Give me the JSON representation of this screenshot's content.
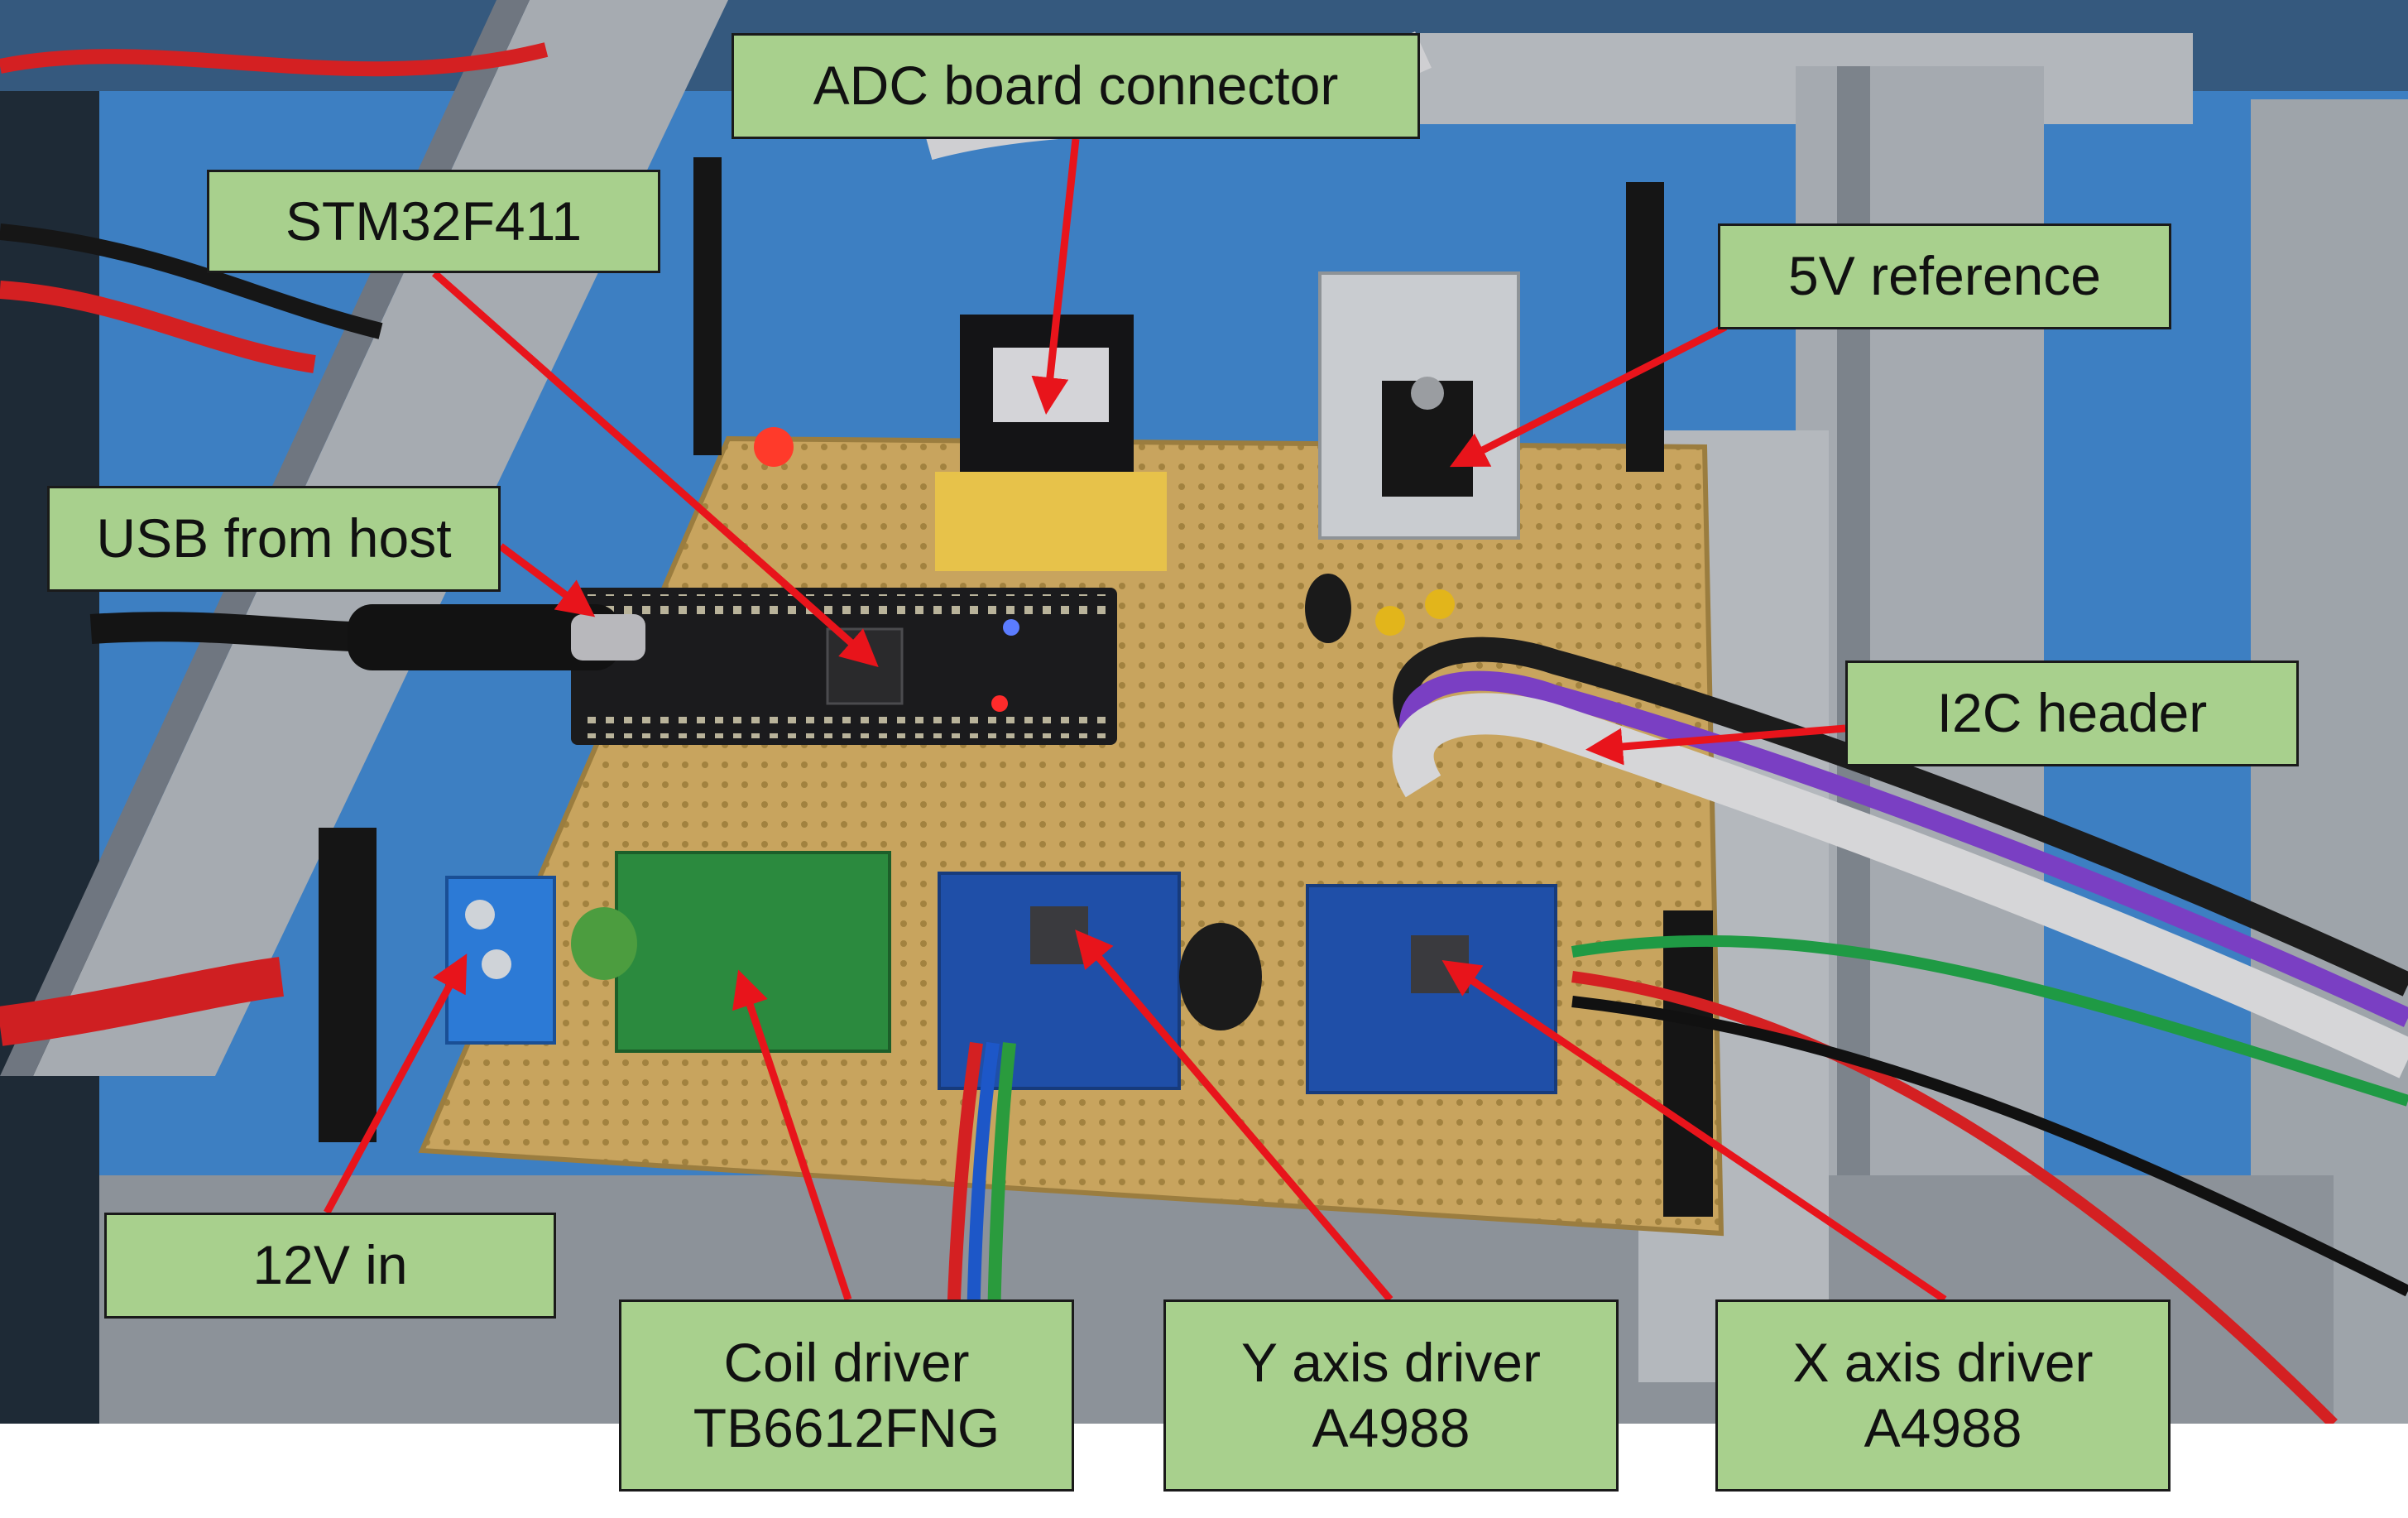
{
  "labels": {
    "adc_connector": "ADC board connector",
    "stm32": "STM32F411",
    "vref": "5V reference",
    "usb": "USB from host",
    "i2c": "I2C header",
    "twelve_v": "12V in",
    "coil_driver_line1": "Coil driver",
    "coil_driver_line2": "TB6612FNG",
    "y_driver_line1": "Y axis driver",
    "y_driver_line2": "A4988",
    "x_driver_line1": "X axis driver",
    "x_driver_line2": "A4988"
  },
  "colors": {
    "label_fill": "#a8d08d",
    "label_border": "#1a1a1a",
    "arrow": "#e8141b",
    "background_blue": "#3d7fc2",
    "perfboard": "#c8a45e",
    "mcu_board": "#1b1b1d"
  },
  "icons": {
    "arrow": "red-arrow-icon"
  }
}
